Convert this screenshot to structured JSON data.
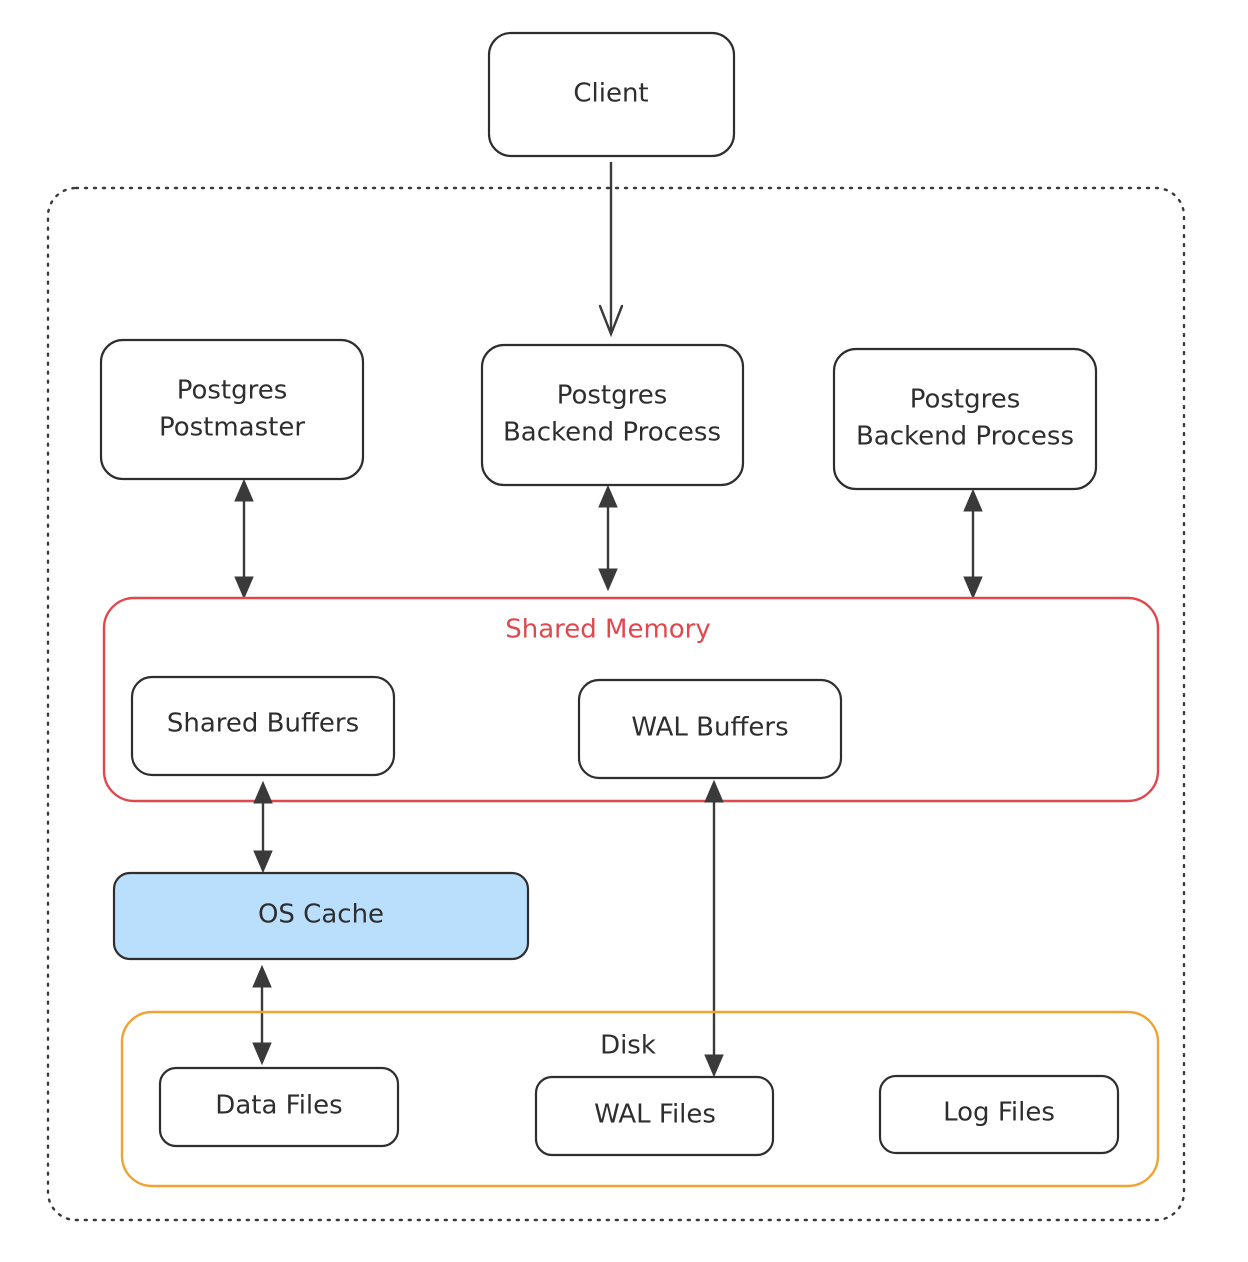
{
  "nodes": {
    "client": "Client",
    "postmaster": [
      "Postgres",
      "Postmaster"
    ],
    "backend_1": [
      "Postgres",
      "Backend Process"
    ],
    "backend_2": [
      "Postgres",
      "Backend Process"
    ],
    "shared_memory": "Shared Memory",
    "shared_buffers": "Shared Buffers",
    "wal_buffers": "WAL Buffers",
    "os_cache": "OS Cache",
    "disk": "Disk",
    "data_files": "Data Files",
    "wal_files": "WAL Files",
    "log_files": "Log Files"
  },
  "colors": {
    "stroke": "#2e2e2e",
    "shared_memory": "#e0484e",
    "disk": "#f0a331",
    "os_cache_fill": "#b9dffd",
    "server_boundary": "#3a3a3a"
  }
}
